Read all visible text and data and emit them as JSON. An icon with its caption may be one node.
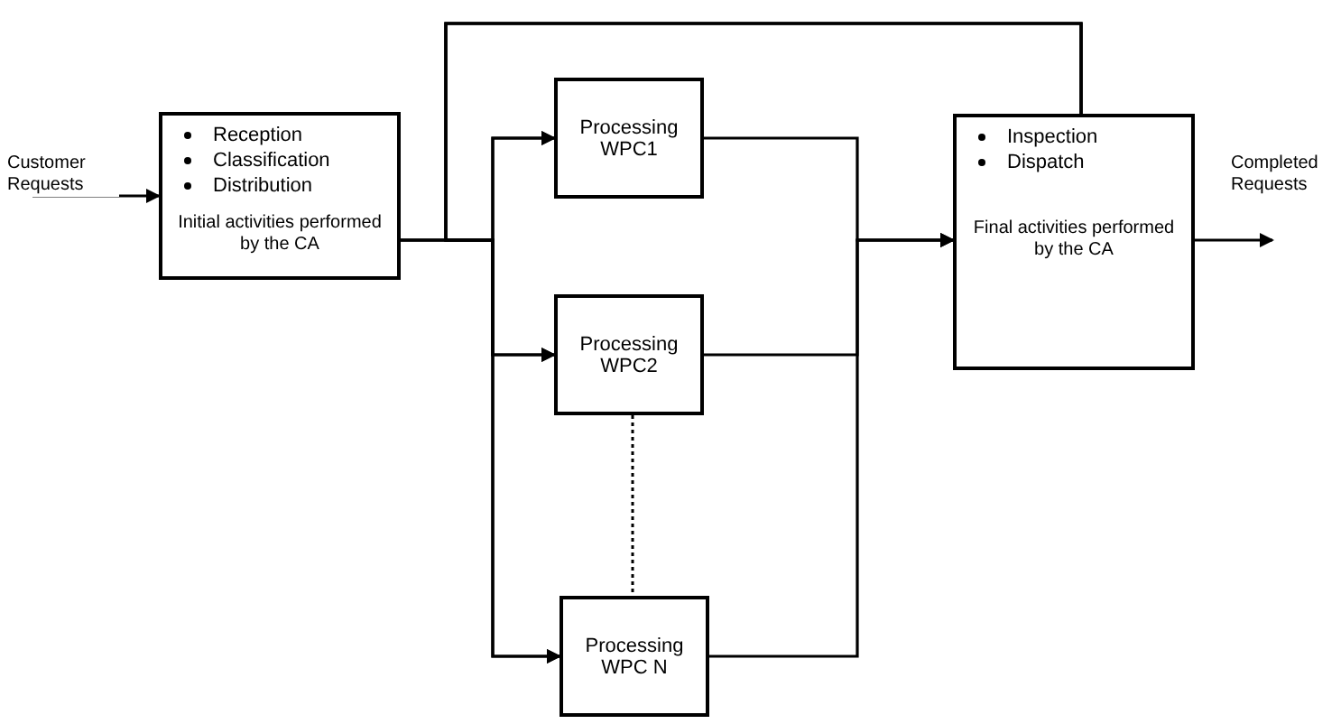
{
  "diagram": {
    "nodes": [
      {
        "text": [
          "Reception",
          "Classification",
          "Distribution",
          "Initial activities performed by the CA"
        ]
      },
      {
        "text": [
          "Processing WPC1"
        ]
      },
      {
        "text": [
          "Processing WPC2"
        ]
      },
      {
        "text": [
          "Processing WPC N"
        ]
      },
      {
        "text": [
          "Inspection",
          "Dispatch",
          "Final activities performed by the CA"
        ]
      }
    ],
    "edges": [
      {
        "from": null,
        "to": 0,
        "arrow": "to",
        "label": "Customer Requests"
      },
      {
        "from": 0,
        "to": 1,
        "arrow": "to"
      },
      {
        "from": 0,
        "to": 2,
        "arrow": "to"
      },
      {
        "from": 0,
        "to": 3,
        "arrow": "to"
      },
      {
        "from": 2,
        "to": 3,
        "arrow": "none",
        "style": "dashed"
      },
      {
        "from": 1,
        "to": 4,
        "arrow": "to"
      },
      {
        "from": 2,
        "to": 4,
        "arrow": "to"
      },
      {
        "from": 3,
        "to": 4,
        "arrow": "to"
      },
      {
        "from": 4,
        "to": 1,
        "arrow": "to"
      },
      {
        "from": 4,
        "to": 2,
        "arrow": "to"
      },
      {
        "from": 4,
        "to": 3,
        "arrow": "to"
      },
      {
        "from": 4,
        "to": null,
        "arrow": "to",
        "label": "Completed Requests"
      }
    ]
  }
}
